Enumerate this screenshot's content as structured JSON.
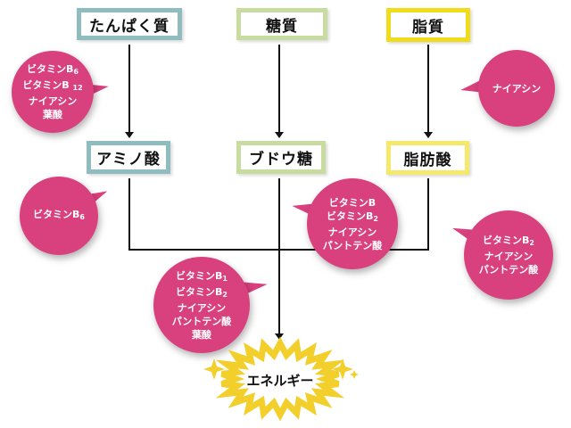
{
  "colors": {
    "protein": "#8fbcbf",
    "sugar": "#c9dca0",
    "fat": "#f0dc1a",
    "bubble": "#d9407e",
    "energy": "#f2cf2b"
  },
  "nutrients": {
    "protein": "たんぱく質",
    "sugar": "糖質",
    "fat": "脂質"
  },
  "products": {
    "amino_acid": "アミノ酸",
    "glucose": "ブドウ糖",
    "fatty_acid": "脂肪酸"
  },
  "bubbles": {
    "protein_vitamins": [
      "ビタミンB6",
      "ビタミンB 12",
      "ナイアシン",
      "葉酸"
    ],
    "fat_vitamins": [
      "ナイアシン"
    ],
    "amino_vitamins": [
      "ビタミンB6"
    ],
    "glucose_vitamins": [
      "ビタミンB",
      "ビタミンB2",
      "ナイアシン",
      "パントテン酸"
    ],
    "fatty_vitamins": [
      "ビタミンB2",
      "ナイアシン",
      "パントテン酸"
    ],
    "energy_vitamins": [
      "ビタミンB1",
      "ビタミンB2",
      "ナイアシン",
      "パントテン酸",
      "葉酸"
    ]
  },
  "energy": {
    "label": "エネルギー",
    "icon": "sparkle-icon"
  }
}
